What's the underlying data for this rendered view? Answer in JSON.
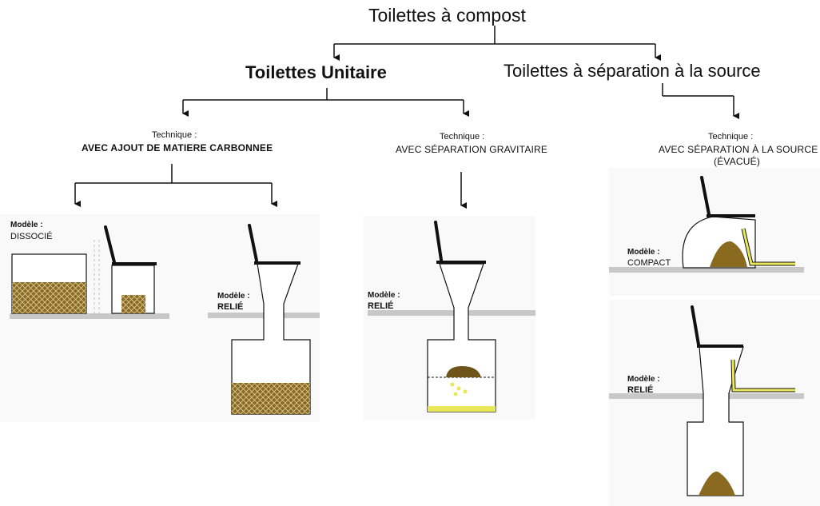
{
  "title": "Toilettes à compost",
  "categories": {
    "unitaire": "Toilettes Unitaire",
    "separation": "Toilettes à séparation à la source"
  },
  "techniques": [
    {
      "label": "Technique :",
      "name": "AVEC AJOUT DE MATIERE CARBONNEE"
    },
    {
      "label": "Technique :",
      "name": "AVEC SÉPARATION GRAVITAIRE"
    },
    {
      "label": "Technique :",
      "name": "AVEC SÉPARATION À LA SOURCE",
      "name2": "(ÉVACUÉ)"
    }
  ],
  "models": [
    {
      "label": "Modèle :",
      "name": "DISSOCIÉ"
    },
    {
      "label": "Modèle :",
      "name": "RELIÉ"
    },
    {
      "label": "Modèle :",
      "name": "RELIÉ"
    },
    {
      "label": "Modèle :",
      "name": "COMPACT"
    },
    {
      "label": "Modèle :",
      "name": "RELIÉ"
    }
  ],
  "colors": {
    "compost": "#8a6a1f",
    "matter": "#6e5418",
    "urine": "#e8e85a",
    "floor": "#c8c8c8",
    "line": "#111111"
  }
}
